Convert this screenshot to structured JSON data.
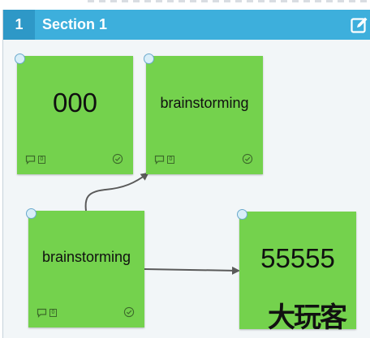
{
  "section": {
    "number": "1",
    "title": "Section 1",
    "edit_icon": "edit-icon",
    "header_color": "#3dafdc"
  },
  "notes": [
    {
      "text": "000",
      "comment_count": "0"
    },
    {
      "text": "brainstorming",
      "comment_count": "0"
    },
    {
      "text": "brainstorming",
      "comment_count": "0"
    },
    {
      "text": "55555",
      "comment_count": null
    }
  ],
  "watermark": "大玩客",
  "note_color": "#74d24d"
}
